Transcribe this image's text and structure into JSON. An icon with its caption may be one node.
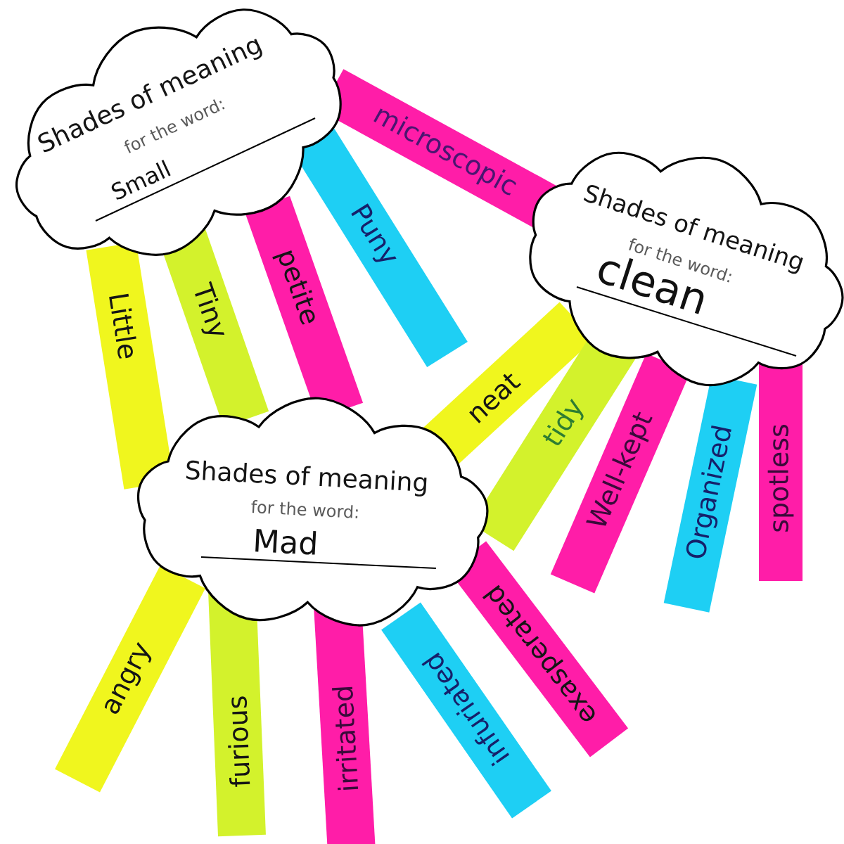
{
  "diagram": {
    "nodes": [
      {
        "text": [
          "Shades of meaning",
          "for the word:",
          "Small"
        ]
      },
      {
        "text": [
          "microscopic"
        ]
      },
      {
        "text": [
          "Little"
        ]
      },
      {
        "text": [
          "Tiny"
        ]
      },
      {
        "text": [
          "petite"
        ]
      },
      {
        "text": [
          "Puny"
        ]
      },
      {
        "text": [
          "Shades of meaning",
          "for the word:",
          "clean"
        ]
      },
      {
        "text": [
          "neat"
        ]
      },
      {
        "text": [
          "tidy"
        ]
      },
      {
        "text": [
          "Well-kept"
        ]
      },
      {
        "text": [
          "Organized"
        ]
      },
      {
        "text": [
          "spotless"
        ]
      },
      {
        "text": [
          "Shades of meaning",
          "for the word:",
          "Mad"
        ]
      },
      {
        "text": [
          "angry"
        ]
      },
      {
        "text": [
          "furious"
        ]
      },
      {
        "text": [
          "irritated"
        ]
      },
      {
        "text": [
          "infuriated"
        ]
      },
      {
        "text": [
          "exasperated"
        ]
      }
    ]
  }
}
